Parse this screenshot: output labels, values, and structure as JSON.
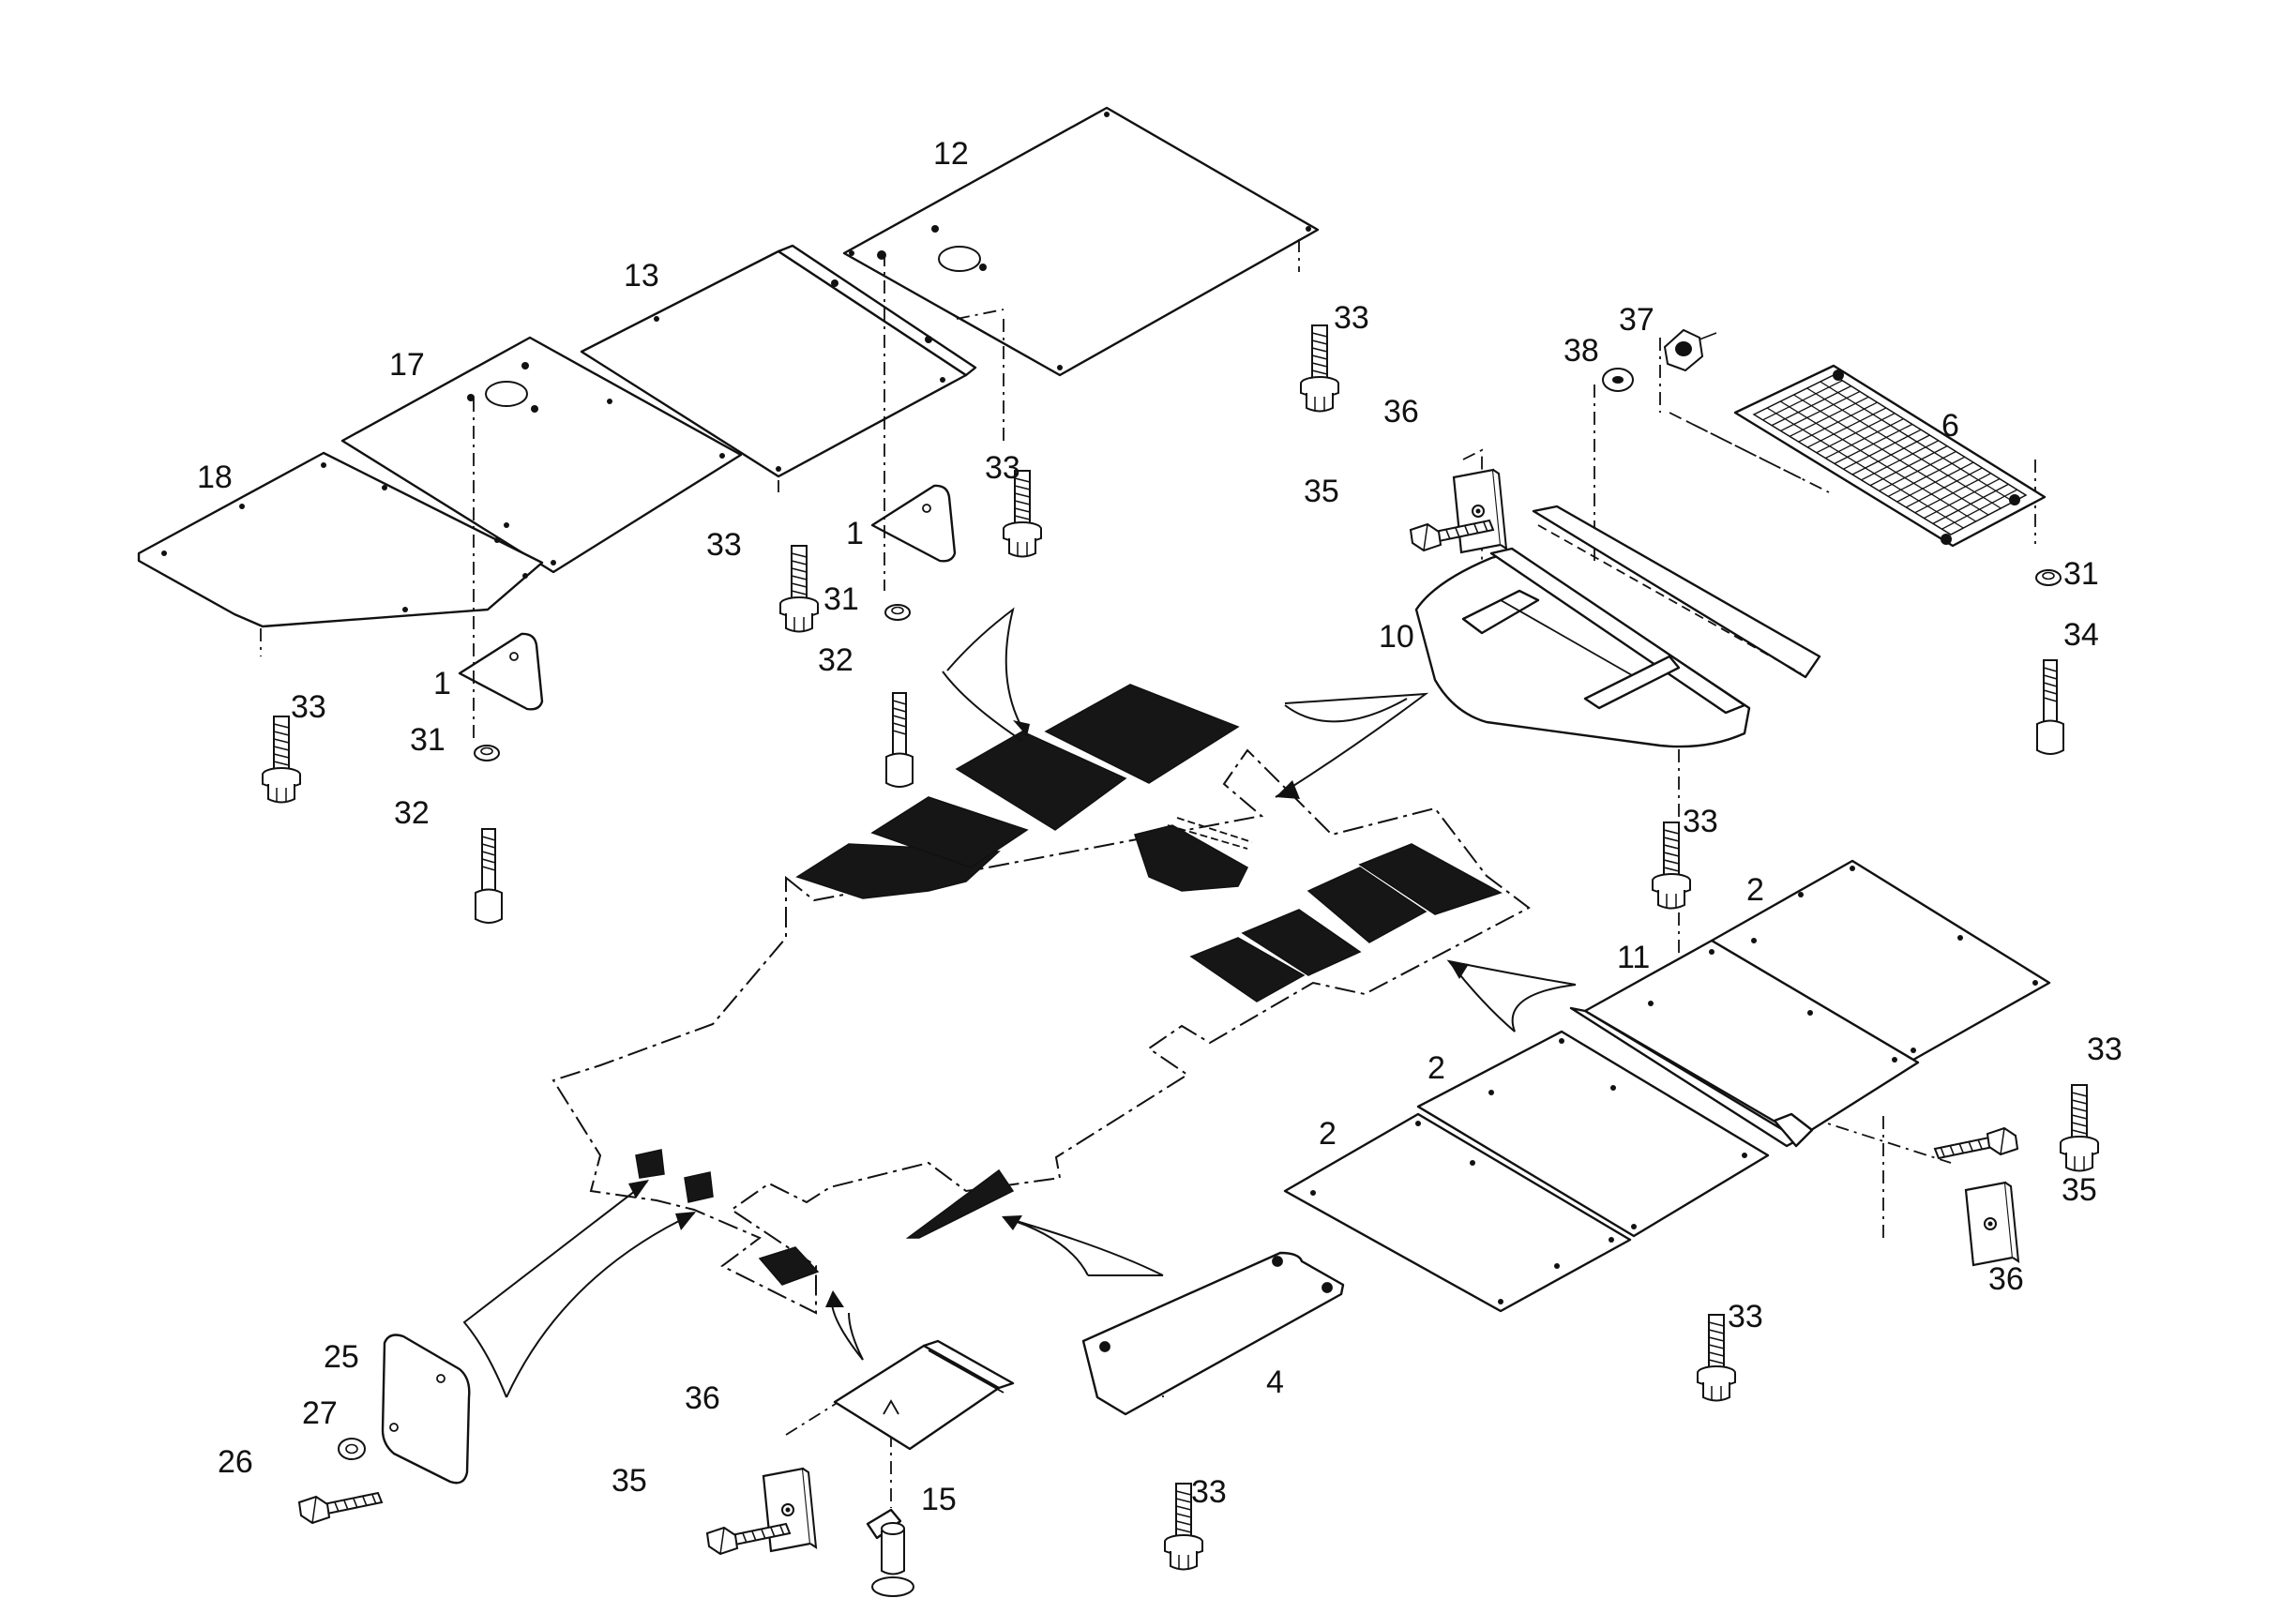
{
  "callouts": [
    {
      "id": "c12",
      "text": "12"
    },
    {
      "id": "c13",
      "text": "13"
    },
    {
      "id": "c17",
      "text": "17"
    },
    {
      "id": "c18",
      "text": "18"
    },
    {
      "id": "c33a",
      "text": "33"
    },
    {
      "id": "c33b",
      "text": "33"
    },
    {
      "id": "c33c",
      "text": "33"
    },
    {
      "id": "c33d",
      "text": "33"
    },
    {
      "id": "c1a",
      "text": "1"
    },
    {
      "id": "c1b",
      "text": "1"
    },
    {
      "id": "c31a",
      "text": "31"
    },
    {
      "id": "c31b",
      "text": "31"
    },
    {
      "id": "c32a",
      "text": "32"
    },
    {
      "id": "c32b",
      "text": "32"
    },
    {
      "id": "c36a",
      "text": "36"
    },
    {
      "id": "c35a",
      "text": "35"
    },
    {
      "id": "c38",
      "text": "38"
    },
    {
      "id": "c37",
      "text": "37"
    },
    {
      "id": "c6",
      "text": "6"
    },
    {
      "id": "c31c",
      "text": "31"
    },
    {
      "id": "c34",
      "text": "34"
    },
    {
      "id": "c10",
      "text": "10"
    },
    {
      "id": "c33e",
      "text": "33"
    },
    {
      "id": "c2a",
      "text": "2"
    },
    {
      "id": "c11",
      "text": "11"
    },
    {
      "id": "c33f",
      "text": "33"
    },
    {
      "id": "c2b",
      "text": "2"
    },
    {
      "id": "c2c",
      "text": "2"
    },
    {
      "id": "c35b",
      "text": "35"
    },
    {
      "id": "c36b",
      "text": "36"
    },
    {
      "id": "c33g",
      "text": "33"
    },
    {
      "id": "c25",
      "text": "25"
    },
    {
      "id": "c27",
      "text": "27"
    },
    {
      "id": "c26",
      "text": "26"
    },
    {
      "id": "c36c",
      "text": "36"
    },
    {
      "id": "c35c",
      "text": "35"
    },
    {
      "id": "c15",
      "text": "15"
    },
    {
      "id": "c4",
      "text": "4"
    },
    {
      "id": "c33h",
      "text": "33"
    }
  ]
}
